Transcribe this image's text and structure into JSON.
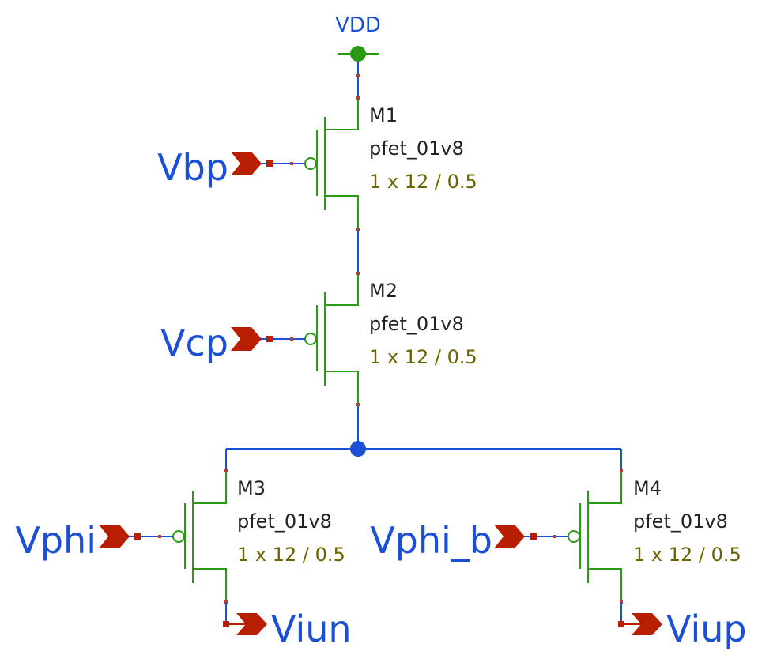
{
  "supply": {
    "label": "VDD"
  },
  "devices": [
    {
      "name": "M1",
      "model": "pfet_01v8",
      "size": "1 x 12 / 0.5",
      "gate_pin": "Vbp"
    },
    {
      "name": "M2",
      "model": "pfet_01v8",
      "size": "1 x 12 / 0.5",
      "gate_pin": "Vcp"
    },
    {
      "name": "M3",
      "model": "pfet_01v8",
      "size": "1 x 12 / 0.5",
      "gate_pin": "Vphi",
      "drain_pin": "Viun"
    },
    {
      "name": "M4",
      "model": "pfet_01v8",
      "size": "1 x 12 / 0.5",
      "gate_pin": "Vphi_b",
      "drain_pin": "Viup"
    }
  ],
  "colors": {
    "wire": "#1a4fd6",
    "symbol": "#2a9a12",
    "pin": "#b81e00",
    "size_text": "#6b6400",
    "label_text": "#222222"
  }
}
